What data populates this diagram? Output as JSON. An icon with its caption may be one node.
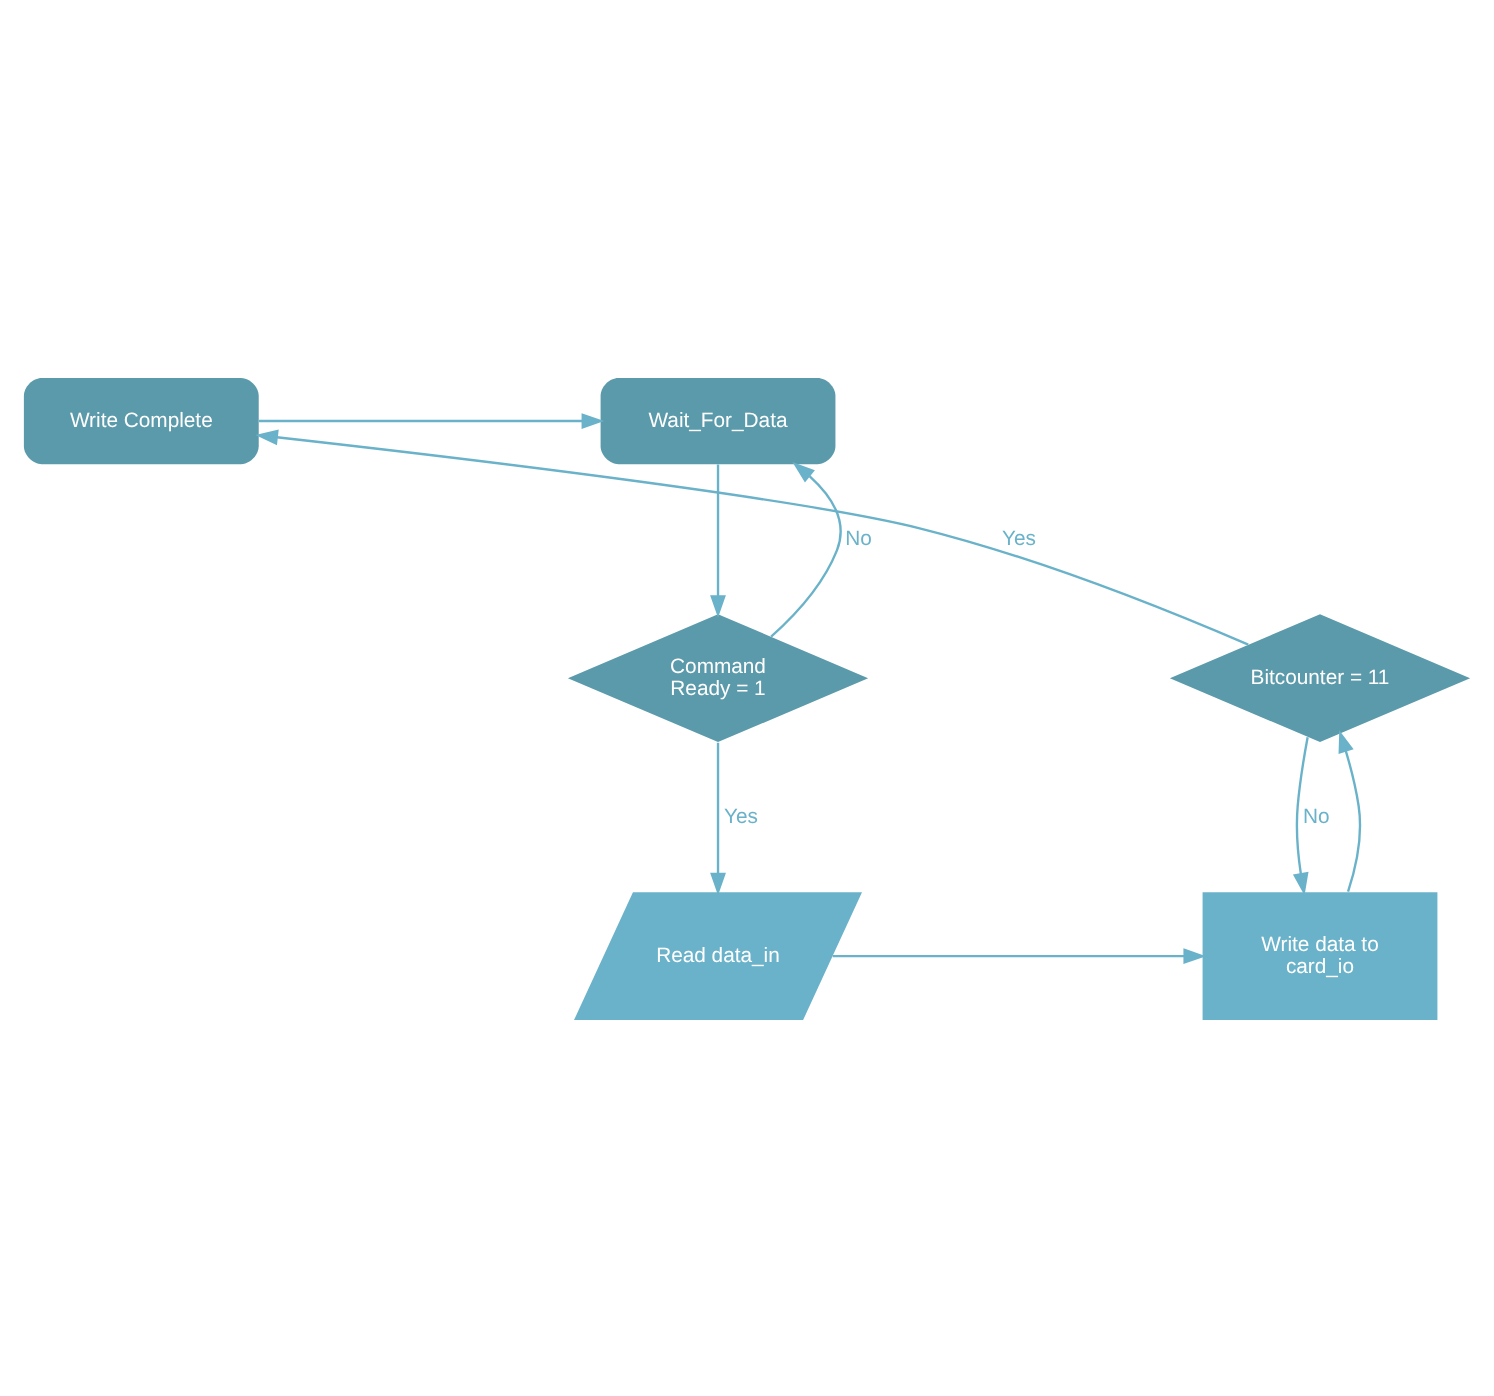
{
  "diagram": {
    "nodes": [
      {
        "text": [
          "Wait_For_Data"
        ]
      },
      {
        "text": [
          "Write Complete"
        ]
      },
      {
        "text": [
          "Command Ready = 1"
        ]
      },
      {
        "text": [
          "Bitcounter = 11"
        ]
      },
      {
        "text": [
          "Read data_in"
        ]
      },
      {
        "text": [
          "Write data to card_io"
        ]
      }
    ],
    "edges": [
      {
        "from": 1,
        "to": 0,
        "arrow": "to"
      },
      {
        "from": 0,
        "to": 2,
        "arrow": "to"
      },
      {
        "from": 2,
        "to": 0,
        "arrow": "to",
        "label": "No"
      },
      {
        "from": 2,
        "to": 4,
        "arrow": "to",
        "label": "Yes"
      },
      {
        "from": 4,
        "to": 5,
        "arrow": "to"
      },
      {
        "from": 5,
        "to": 3,
        "arrow": "to"
      },
      {
        "from": 3,
        "to": 1,
        "arrow": "to",
        "label": "Yes"
      },
      {
        "from": 3,
        "to": 5,
        "arrow": "to",
        "label": "No"
      }
    ]
  }
}
